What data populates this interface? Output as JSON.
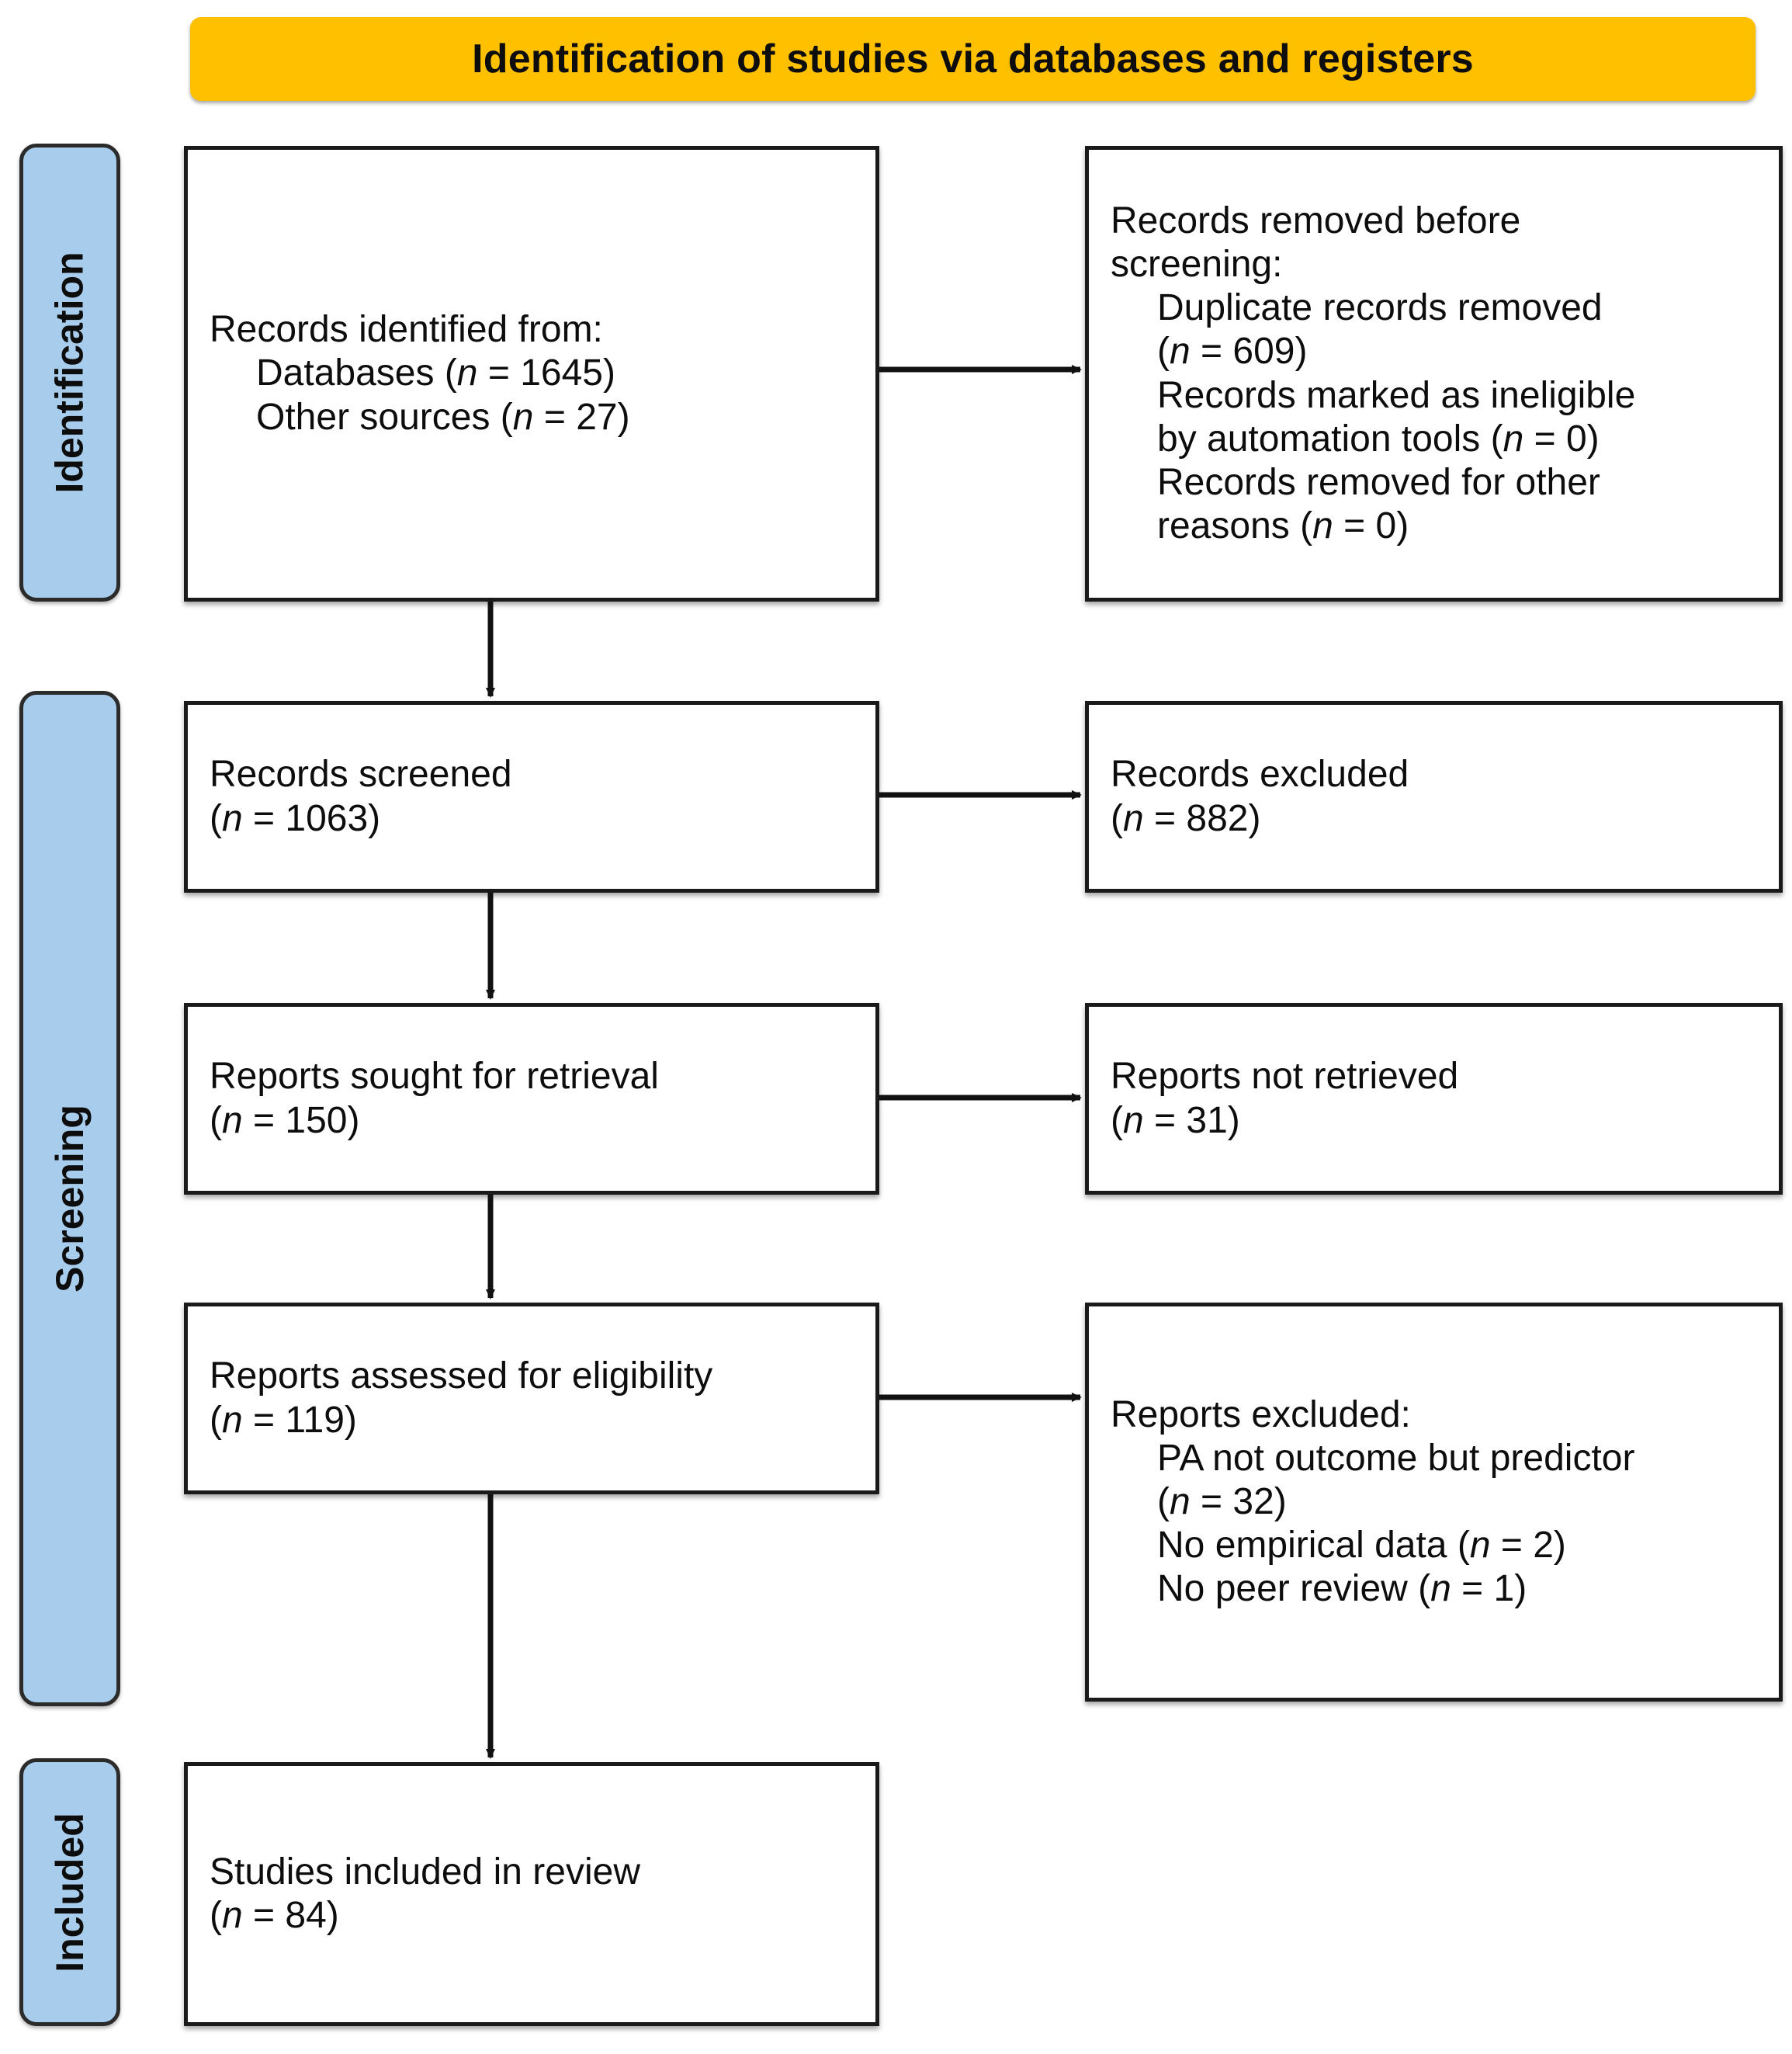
{
  "header": {
    "title": "Identification of studies via databases and registers",
    "background_color": "#FFC000",
    "text_color": "#0D0D0D"
  },
  "stages": {
    "background_color": "#A8CDEC",
    "border_color": "#2B2B2B",
    "items": [
      {
        "id": "identification",
        "label": "Identification"
      },
      {
        "id": "screening",
        "label": "Screening"
      },
      {
        "id": "included",
        "label": "Included"
      }
    ]
  },
  "boxes": {
    "identified": {
      "lines": [
        {
          "text": "Records identified from:",
          "indent": false
        },
        {
          "text": "Databases (n = 1645)",
          "indent": true
        },
        {
          "text": "Other sources (n = 27)",
          "indent": true
        }
      ]
    },
    "removed_before": {
      "lines": [
        {
          "text": "Records removed before",
          "indent": false
        },
        {
          "text": "screening:",
          "indent": false
        },
        {
          "text": "Duplicate records removed",
          "indent": true
        },
        {
          "text": "(n = 609)",
          "indent": true
        },
        {
          "text": "Records marked as ineligible",
          "indent": true
        },
        {
          "text": "by automation tools (n = 0)",
          "indent": true
        },
        {
          "text": "Records removed for other",
          "indent": true
        },
        {
          "text": "reasons (n = 0)",
          "indent": true
        }
      ]
    },
    "screened": {
      "lines": [
        {
          "text": "Records screened",
          "indent": false
        },
        {
          "text": "(n = 1063)",
          "indent": false
        }
      ]
    },
    "records_excluded": {
      "lines": [
        {
          "text": "Records excluded",
          "indent": false
        },
        {
          "text": "(n = 882)",
          "indent": false
        }
      ]
    },
    "sought": {
      "lines": [
        {
          "text": "Reports sought for retrieval",
          "indent": false
        },
        {
          "text": "(n = 150)",
          "indent": false
        }
      ]
    },
    "not_retrieved": {
      "lines": [
        {
          "text": "Reports not retrieved",
          "indent": false
        },
        {
          "text": "(n = 31)",
          "indent": false
        }
      ]
    },
    "assessed": {
      "lines": [
        {
          "text": "Reports assessed for eligibility",
          "indent": false
        },
        {
          "text": "(n = 119)",
          "indent": false
        }
      ]
    },
    "reports_excluded": {
      "lines": [
        {
          "text": "Reports excluded:",
          "indent": false
        },
        {
          "text": "PA not outcome but predictor",
          "indent": true
        },
        {
          "text": "(n = 32)",
          "indent": true
        },
        {
          "text": "No empirical data (n = 2)",
          "indent": true
        },
        {
          "text": "No peer review (n = 1)",
          "indent": true
        }
      ]
    },
    "included": {
      "lines": [
        {
          "text": "Studies included in review",
          "indent": false
        },
        {
          "text": "(n = 84)",
          "indent": false
        }
      ]
    }
  },
  "chart_data": {
    "type": "diagram",
    "title": "Identification of studies via databases and registers",
    "diagram_kind": "PRISMA 2020 flow diagram",
    "nodes": [
      {
        "id": "identified",
        "stage": "Identification",
        "column": "left",
        "label": "Records identified from: Databases (n = 1645); Other sources (n = 27)",
        "n": {
          "databases": 1645,
          "other_sources": 27
        }
      },
      {
        "id": "removed_before",
        "stage": "Identification",
        "column": "right",
        "label": "Records removed before screening",
        "n": {
          "duplicate_records_removed": 609,
          "marked_ineligible_by_automation_tools": 0,
          "removed_for_other_reasons": 0
        }
      },
      {
        "id": "screened",
        "stage": "Screening",
        "column": "left",
        "label": "Records screened",
        "n": 1063
      },
      {
        "id": "records_excluded",
        "stage": "Screening",
        "column": "right",
        "label": "Records excluded",
        "n": 882
      },
      {
        "id": "sought",
        "stage": "Screening",
        "column": "left",
        "label": "Reports sought for retrieval",
        "n": 150
      },
      {
        "id": "not_retrieved",
        "stage": "Screening",
        "column": "right",
        "label": "Reports not retrieved",
        "n": 31
      },
      {
        "id": "assessed",
        "stage": "Screening",
        "column": "left",
        "label": "Reports assessed for eligibility",
        "n": 119
      },
      {
        "id": "reports_excluded",
        "stage": "Screening",
        "column": "right",
        "label": "Reports excluded",
        "n": {
          "pa_not_outcome_but_predictor": 32,
          "no_empirical_data": 2,
          "no_peer_review": 1
        }
      },
      {
        "id": "included",
        "stage": "Included",
        "column": "left",
        "label": "Studies included in review",
        "n": 84
      }
    ],
    "edges": [
      {
        "from": "identified",
        "to": "removed_before",
        "direction": "right"
      },
      {
        "from": "identified",
        "to": "screened",
        "direction": "down"
      },
      {
        "from": "screened",
        "to": "records_excluded",
        "direction": "right"
      },
      {
        "from": "screened",
        "to": "sought",
        "direction": "down"
      },
      {
        "from": "sought",
        "to": "not_retrieved",
        "direction": "right"
      },
      {
        "from": "sought",
        "to": "assessed",
        "direction": "down"
      },
      {
        "from": "assessed",
        "to": "reports_excluded",
        "direction": "right"
      },
      {
        "from": "assessed",
        "to": "included",
        "direction": "down"
      }
    ]
  }
}
